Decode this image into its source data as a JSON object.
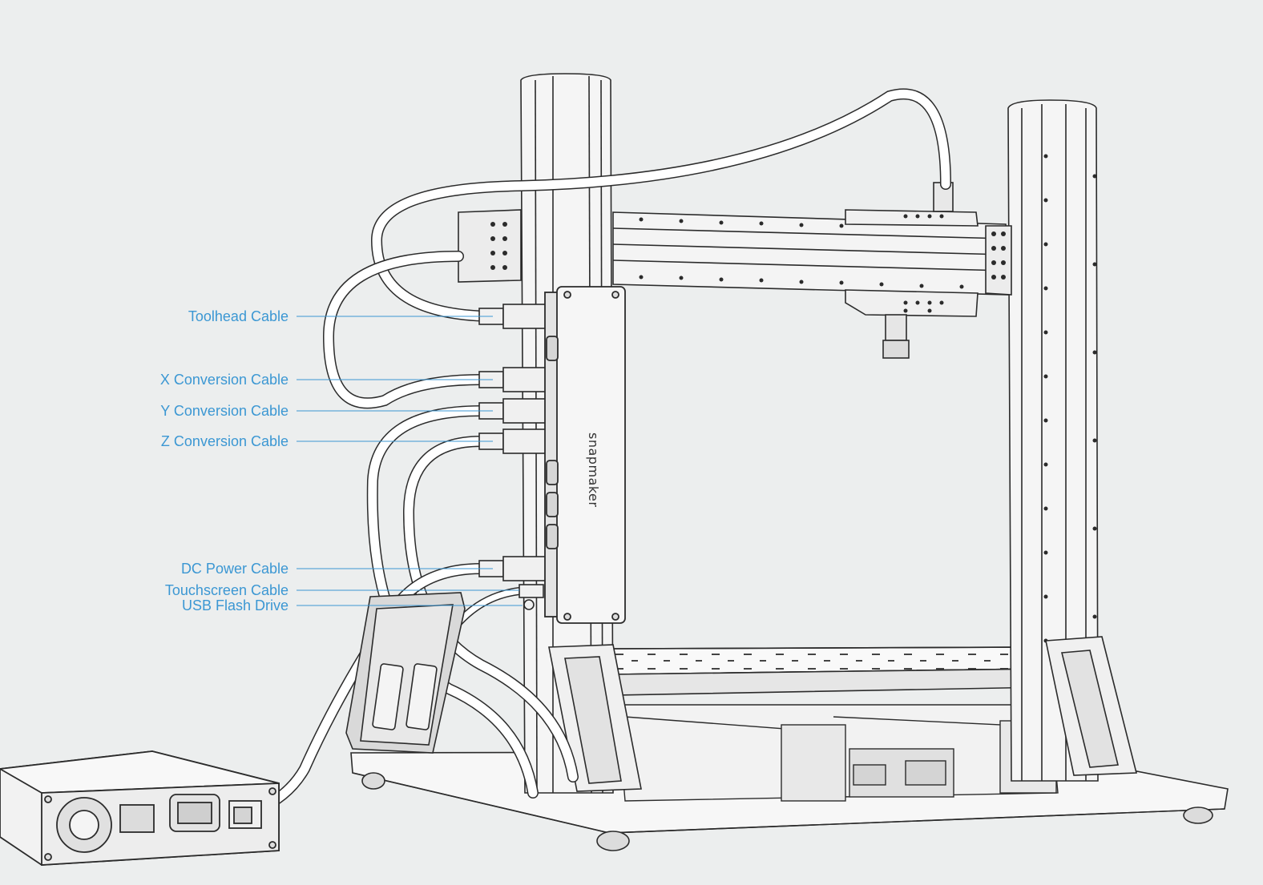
{
  "diagram": {
    "brand": "snapmaker",
    "labels": [
      {
        "id": "toolhead",
        "text": "Toolhead Cable"
      },
      {
        "id": "x_conv",
        "text": "X Conversion Cable"
      },
      {
        "id": "y_conv",
        "text": "Y Conversion Cable"
      },
      {
        "id": "z_conv",
        "text": "Z Conversion Cable"
      },
      {
        "id": "dc_power",
        "text": "DC Power Cable"
      },
      {
        "id": "touchscreen",
        "text": "Touchscreen Cable"
      },
      {
        "id": "usb",
        "text": "USB Flash Drive"
      }
    ],
    "colors": {
      "background": "#eceeee",
      "label": "#3b97d3",
      "line_art": "#2b2b2b"
    }
  }
}
